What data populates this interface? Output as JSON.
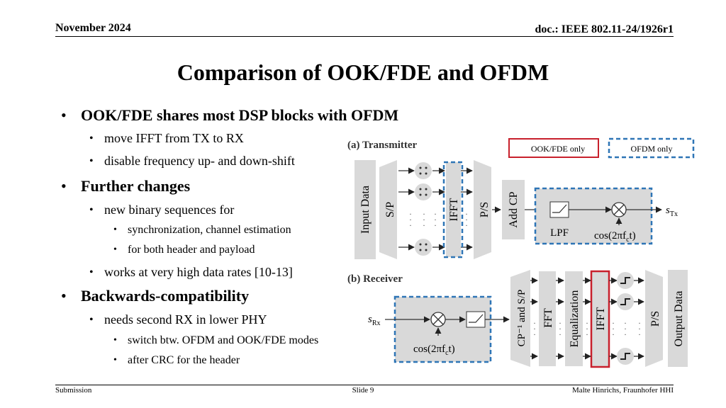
{
  "header": {
    "date": "November 2024",
    "doc": "doc.: IEEE 802.11-24/1926r1"
  },
  "title": "Comparison of OOK/FDE and OFDM",
  "bullets": {
    "b1": "OOK/FDE shares most DSP blocks with OFDM",
    "b1a": "move IFFT from TX to RX",
    "b1b": "disable frequency up- and down-shift",
    "b2": "Further changes",
    "b2a": "new binary sequences for",
    "b2a1": "synchronization, channel estimation",
    "b2a2": "for both header and payload",
    "b2b": "works at very high data rates [10-13]",
    "b3": "Backwards-compatibility",
    "b3a": "needs second RX in lower PHY",
    "b3a1": "switch btw. OFDM and OOK/FDE modes",
    "b3a2": "after CRC for the header"
  },
  "diagram": {
    "legend_ook": "OOK/FDE only",
    "legend_ofdm": "OFDM only",
    "tx_label": "(a) Transmitter",
    "rx_label": "(b) Receiver",
    "input_data": "Input Data",
    "sp": "S/P",
    "ifft": "IFFT",
    "ps": "P/S",
    "add_cp": "Add CP",
    "lpf": "LPF",
    "cos": "cos(2πf",
    "cos_sub": "c",
    "cos_end": "t)",
    "s_tx": "s",
    "s_tx_sub": "Tx",
    "s_rx": "s",
    "s_rx_sub": "Rx",
    "cp_sp": "CP⁻¹ and S/P",
    "fft": "FFT",
    "equalization": "Equalization",
    "output_data": "Output Data",
    "colors": {
      "ook": "#c8202c",
      "ofdm": "#2e75b6",
      "block": "#d9d9d9"
    }
  },
  "footer": {
    "left": "Submission",
    "center": "Slide 9",
    "right": "Malte Hinrichs, Fraunhofer HHI"
  }
}
